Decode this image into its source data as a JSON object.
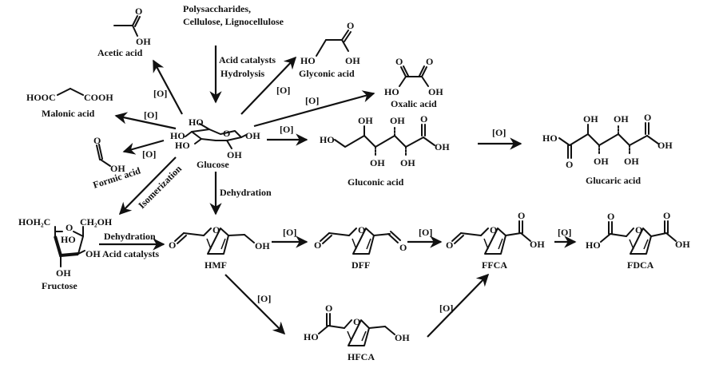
{
  "figure": {
    "feedstock": {
      "line1": "Polysaccharides,",
      "line2": "Cellulose, Lignocellulose"
    },
    "conditions": {
      "oxidation": "[O]",
      "acid_catalysts": "Acid catalysts",
      "hydrolysis": "Hydrolysis",
      "dehydration": "Dehydration",
      "isomerization": "Isomerization",
      "dehydration_acid_line1": "Dehydration",
      "dehydration_acid_line2": "Acid catalysts"
    },
    "compounds": {
      "glucose": "Glucose",
      "fructose": "Fructose",
      "acetic_acid": "Acetic acid",
      "glyconic_acid": "Glyconic acid",
      "oxalic_acid": "Oxalic acid",
      "malonic_acid": "Malonic acid",
      "formic_acid": "Formic acid",
      "gluconic_acid": "Gluconic acid",
      "glucaric_acid": "Glucaric acid",
      "hmf": "HMF",
      "dff": "DFF",
      "ffca": "FFCA",
      "fdca": "FDCA",
      "hfca": "HFCA"
    },
    "atoms": {
      "O": "O",
      "OH": "OH",
      "HO": "HO",
      "HOOC": "HOOC",
      "COOH": "COOH",
      "HOH2C": "HOH₂C",
      "CH2OH": "CH₂OH"
    }
  }
}
